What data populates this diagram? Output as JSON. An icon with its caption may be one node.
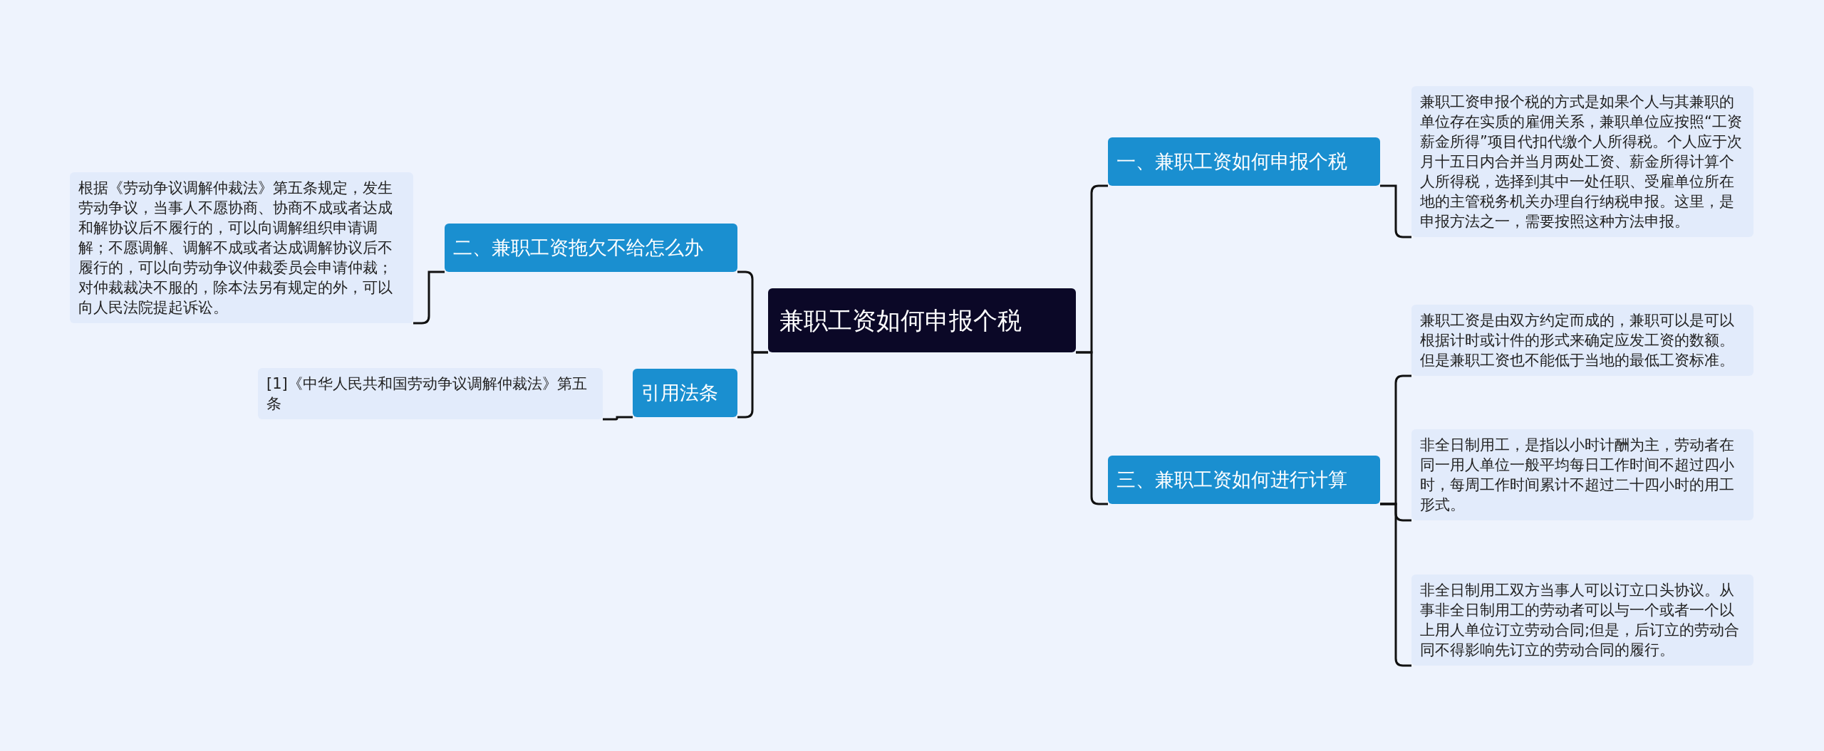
{
  "diagram": {
    "nodes": [
      {
        "text": [
          "兼职工资如何申报个税"
        ]
      },
      {
        "text": [
          "一、兼职工资如何申报个税"
        ]
      },
      {
        "text": [
          "兼职工资申报个税的方式是如果个人与其兼职的单位存在实质的雇佣关系，兼职单位应按照“工资薪金所得”项目代扣代缴个人所得税。个人应于次月十五日内合并当月两处工资、薪金所得计算个人所得税，选择到其中一处任职、受雇单位所在地的主管税务机关办理自行纳税申报。这里，是申报方法之一，需要按照这种方法申报。"
        ]
      },
      {
        "text": [
          "三、兼职工资如何进行计算"
        ]
      },
      {
        "text": [
          "兼职工资是由双方约定而成的，兼职可以是可以根据计时或计件的形式来确定应发工资的数额。但是兼职工资也不能低于当地的最低工资标准。"
        ]
      },
      {
        "text": [
          "非全日制用工，是指以小时计酬为主，劳动者在同一用人单位一般平均每日工作时间不超过四小时，每周工作时间累计不超过二十四小时的用工形式。"
        ]
      },
      {
        "text": [
          "非全日制用工双方当事人可以订立口头协议。从事非全日制用工的劳动者可以与一个或者一个以上用人单位订立劳动合同;但是，后订立的劳动合同不得影响先订立的劳动合同的履行。"
        ]
      },
      {
        "text": [
          "二、兼职工资拖欠不给怎么办"
        ]
      },
      {
        "text": [
          "根据《劳动争议调解仲裁法》第五条规定，发生劳动争议，当事人不愿协商、协商不成或者达成和解协议后不履行的，可以向调解组织申请调解；不愿调解、调解不成或者达成调解协议后不履行的，可以向劳动争议仲裁委员会申请仲裁；对仲裁裁决不服的，除本法另有规定的外，可以向人民法院提起诉讼。"
        ]
      },
      {
        "text": [
          "引用法条"
        ]
      },
      {
        "text": [
          "[1]《中华人民共和国劳动争议调解仲裁法》第五条"
        ]
      }
    ],
    "edges": [
      {
        "from": 0,
        "to": 1,
        "arrow": "none"
      },
      {
        "from": 1,
        "to": 2,
        "arrow": "none"
      },
      {
        "from": 0,
        "to": 3,
        "arrow": "none"
      },
      {
        "from": 3,
        "to": 4,
        "arrow": "none"
      },
      {
        "from": 3,
        "to": 5,
        "arrow": "none"
      },
      {
        "from": 3,
        "to": 6,
        "arrow": "none"
      },
      {
        "from": 0,
        "to": 7,
        "arrow": "none"
      },
      {
        "from": 7,
        "to": 8,
        "arrow": "none"
      },
      {
        "from": 0,
        "to": 9,
        "arrow": "none"
      },
      {
        "from": 9,
        "to": 10,
        "arrow": "none"
      }
    ]
  }
}
